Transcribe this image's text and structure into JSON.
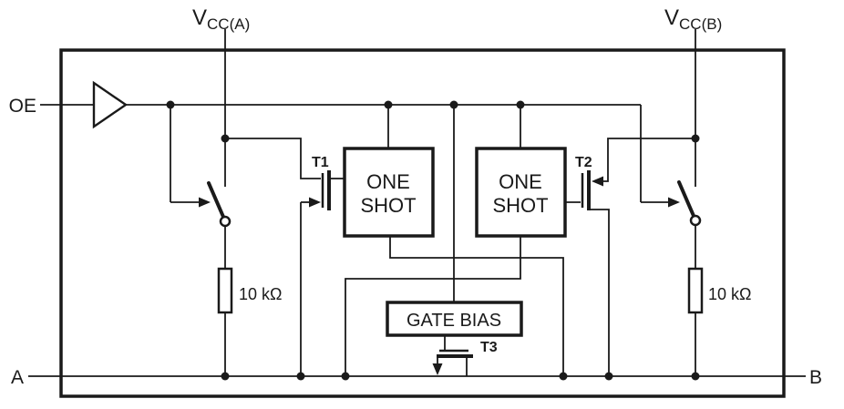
{
  "diagram": {
    "description": "Functional block diagram of a bidirectional level-shifter IC with one-shot edge accelerators",
    "ports": {
      "oe": "OE",
      "a": "A",
      "b": "B"
    },
    "supplies": {
      "a": {
        "prefix": "V",
        "subscript": "CC(A)"
      },
      "b": {
        "prefix": "V",
        "subscript": "CC(B)"
      }
    },
    "transistors": {
      "t1": "T1",
      "t2": "T2",
      "t3": "T3"
    },
    "one_shot_a": {
      "line1": "ONE",
      "line2": "SHOT"
    },
    "one_shot_b": {
      "line1": "ONE",
      "line2": "SHOT"
    },
    "gate_bias": {
      "label": "GATE BIAS"
    },
    "pullup_a": {
      "value": "10 kΩ"
    },
    "pullup_b": {
      "value": "10 kΩ"
    }
  },
  "colors": {
    "line": "#1a1a1a",
    "background": "#ffffff"
  }
}
